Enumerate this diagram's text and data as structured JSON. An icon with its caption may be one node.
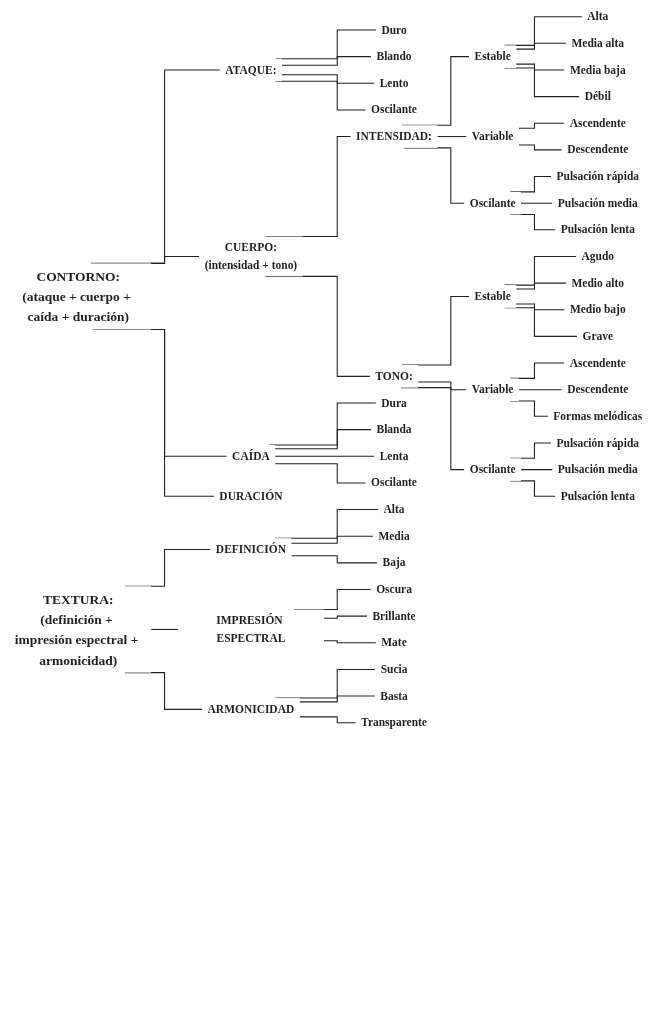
{
  "diagram": {
    "nodes": [
      {
        "text": [
          "CONTORNO:",
          "(ataque + cuerpo + caída + duración)"
        ]
      },
      {
        "text": [
          "ATAQUE:"
        ]
      },
      {
        "text": [
          "Duro"
        ]
      },
      {
        "text": [
          "Blando"
        ]
      },
      {
        "text": [
          "Lento"
        ]
      },
      {
        "text": [
          "Oscilante"
        ]
      },
      {
        "text": [
          "CUERPO:",
          "(intensidad + tono)"
        ]
      },
      {
        "text": [
          "INTENSIDAD:"
        ]
      },
      {
        "text": [
          "Estable"
        ]
      },
      {
        "text": [
          "Alta"
        ]
      },
      {
        "text": [
          "Media alta"
        ]
      },
      {
        "text": [
          "Media baja"
        ]
      },
      {
        "text": [
          "Débil"
        ]
      },
      {
        "text": [
          "Variable"
        ]
      },
      {
        "text": [
          "Ascendente"
        ]
      },
      {
        "text": [
          "Descendente"
        ]
      },
      {
        "text": [
          "Oscilante"
        ]
      },
      {
        "text": [
          "Pulsación rápida"
        ]
      },
      {
        "text": [
          "Pulsación media"
        ]
      },
      {
        "text": [
          "Pulsación lenta"
        ]
      },
      {
        "text": [
          "TONO:"
        ]
      },
      {
        "text": [
          "Estable"
        ]
      },
      {
        "text": [
          "Agudo"
        ]
      },
      {
        "text": [
          "Medio alto"
        ]
      },
      {
        "text": [
          "Medio bajo"
        ]
      },
      {
        "text": [
          "Grave"
        ]
      },
      {
        "text": [
          "Variable"
        ]
      },
      {
        "text": [
          "Ascendente"
        ]
      },
      {
        "text": [
          "Descendente"
        ]
      },
      {
        "text": [
          "Formas melódicas"
        ]
      },
      {
        "text": [
          "Oscilante"
        ]
      },
      {
        "text": [
          "Pulsación rápida"
        ]
      },
      {
        "text": [
          "Pulsación media"
        ]
      },
      {
        "text": [
          "Pulsación lenta"
        ]
      },
      {
        "text": [
          "CAÍDA"
        ]
      },
      {
        "text": [
          "Dura"
        ]
      },
      {
        "text": [
          "Blanda"
        ]
      },
      {
        "text": [
          "Lenta"
        ]
      },
      {
        "text": [
          "Oscilante"
        ]
      },
      {
        "text": [
          "DURACIÓN"
        ]
      },
      {
        "text": [
          "TEXTURA:",
          "(definición + impresión espectral + armonicidad)"
        ]
      },
      {
        "text": [
          "DEFINICIÓN"
        ]
      },
      {
        "text": [
          "Alta"
        ]
      },
      {
        "text": [
          "Media"
        ]
      },
      {
        "text": [
          "Baja"
        ]
      },
      {
        "text": [
          "IMPRESIÓN ESPECTRAL"
        ]
      },
      {
        "text": [
          "Oscura"
        ]
      },
      {
        "text": [
          "Brillante"
        ]
      },
      {
        "text": [
          "Mate"
        ]
      },
      {
        "text": [
          "ARMONICIDAD"
        ]
      },
      {
        "text": [
          "Sucia"
        ]
      },
      {
        "text": [
          "Basta"
        ]
      },
      {
        "text": [
          "Transparente"
        ]
      }
    ],
    "edges": [
      {
        "from": 0,
        "to": 1,
        "arrow": "none"
      },
      {
        "from": 1,
        "to": 2,
        "arrow": "none"
      },
      {
        "from": 1,
        "to": 3,
        "arrow": "none"
      },
      {
        "from": 1,
        "to": 4,
        "arrow": "none"
      },
      {
        "from": 1,
        "to": 5,
        "arrow": "none"
      },
      {
        "from": 0,
        "to": 6,
        "arrow": "none"
      },
      {
        "from": 6,
        "to": 7,
        "arrow": "none"
      },
      {
        "from": 7,
        "to": 8,
        "arrow": "none"
      },
      {
        "from": 8,
        "to": 9,
        "arrow": "none"
      },
      {
        "from": 8,
        "to": 10,
        "arrow": "none"
      },
      {
        "from": 8,
        "to": 11,
        "arrow": "none"
      },
      {
        "from": 8,
        "to": 12,
        "arrow": "none"
      },
      {
        "from": 7,
        "to": 13,
        "arrow": "none"
      },
      {
        "from": 13,
        "to": 14,
        "arrow": "none"
      },
      {
        "from": 13,
        "to": 15,
        "arrow": "none"
      },
      {
        "from": 7,
        "to": 16,
        "arrow": "none"
      },
      {
        "from": 16,
        "to": 17,
        "arrow": "none"
      },
      {
        "from": 16,
        "to": 18,
        "arrow": "none"
      },
      {
        "from": 16,
        "to": 19,
        "arrow": "none"
      },
      {
        "from": 6,
        "to": 20,
        "arrow": "none"
      },
      {
        "from": 20,
        "to": 21,
        "arrow": "none"
      },
      {
        "from": 21,
        "to": 22,
        "arrow": "none"
      },
      {
        "from": 21,
        "to": 23,
        "arrow": "none"
      },
      {
        "from": 21,
        "to": 24,
        "arrow": "none"
      },
      {
        "from": 21,
        "to": 25,
        "arrow": "none"
      },
      {
        "from": 20,
        "to": 26,
        "arrow": "none"
      },
      {
        "from": 26,
        "to": 27,
        "arrow": "none"
      },
      {
        "from": 26,
        "to": 28,
        "arrow": "none"
      },
      {
        "from": 26,
        "to": 29,
        "arrow": "none"
      },
      {
        "from": 20,
        "to": 30,
        "arrow": "none"
      },
      {
        "from": 30,
        "to": 31,
        "arrow": "none"
      },
      {
        "from": 30,
        "to": 32,
        "arrow": "none"
      },
      {
        "from": 30,
        "to": 33,
        "arrow": "none"
      },
      {
        "from": 0,
        "to": 34,
        "arrow": "none"
      },
      {
        "from": 34,
        "to": 35,
        "arrow": "none"
      },
      {
        "from": 34,
        "to": 36,
        "arrow": "none"
      },
      {
        "from": 34,
        "to": 37,
        "arrow": "none"
      },
      {
        "from": 34,
        "to": 38,
        "arrow": "none"
      },
      {
        "from": 0,
        "to": 39,
        "arrow": "none"
      },
      {
        "from": 40,
        "to": 41,
        "arrow": "none"
      },
      {
        "from": 41,
        "to": 42,
        "arrow": "none"
      },
      {
        "from": 41,
        "to": 43,
        "arrow": "none"
      },
      {
        "from": 41,
        "to": 44,
        "arrow": "none"
      },
      {
        "from": 40,
        "to": 45,
        "arrow": "none"
      },
      {
        "from": 45,
        "to": 46,
        "arrow": "none"
      },
      {
        "from": 45,
        "to": 47,
        "arrow": "none"
      },
      {
        "from": 45,
        "to": 48,
        "arrow": "none"
      },
      {
        "from": 40,
        "to": 49,
        "arrow": "none"
      },
      {
        "from": 49,
        "to": 50,
        "arrow": "none"
      },
      {
        "from": 49,
        "to": 51,
        "arrow": "none"
      },
      {
        "from": 49,
        "to": 52,
        "arrow": "none"
      }
    ]
  }
}
